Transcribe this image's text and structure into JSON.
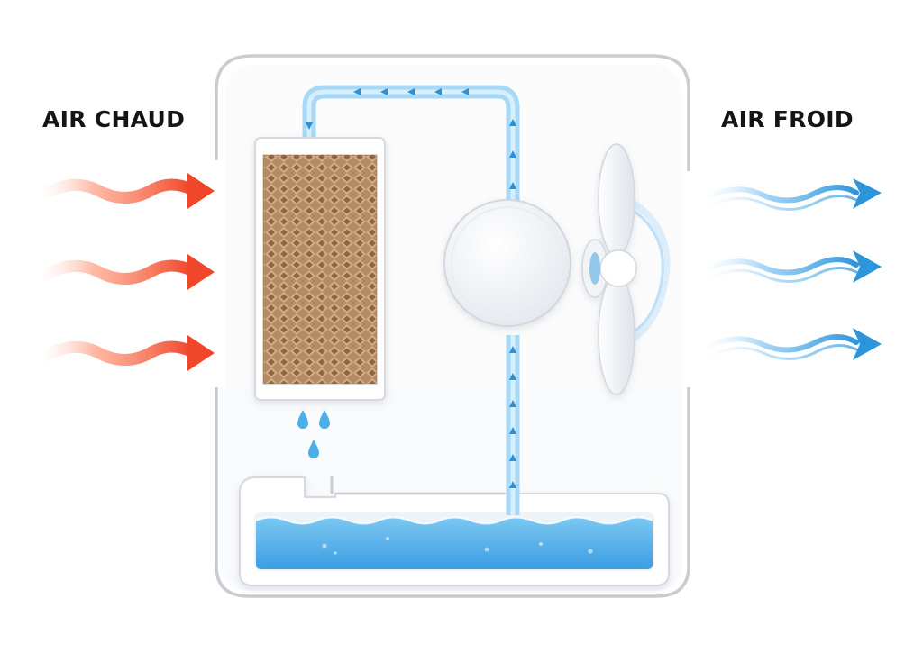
{
  "labels": {
    "hot_air": "AIR CHAUD",
    "cold_air": "AIR FROID"
  },
  "colors": {
    "hot_arrow": "#f0472a",
    "cold_arrow": "#2d95dc",
    "water": "#4aaee9",
    "pipe": "#a7d8f5",
    "pad": "#a27a56",
    "frame": "#c9ccd1"
  },
  "components": [
    "cooling-pad",
    "water-pump",
    "fan",
    "water-tank",
    "water-pipe"
  ]
}
